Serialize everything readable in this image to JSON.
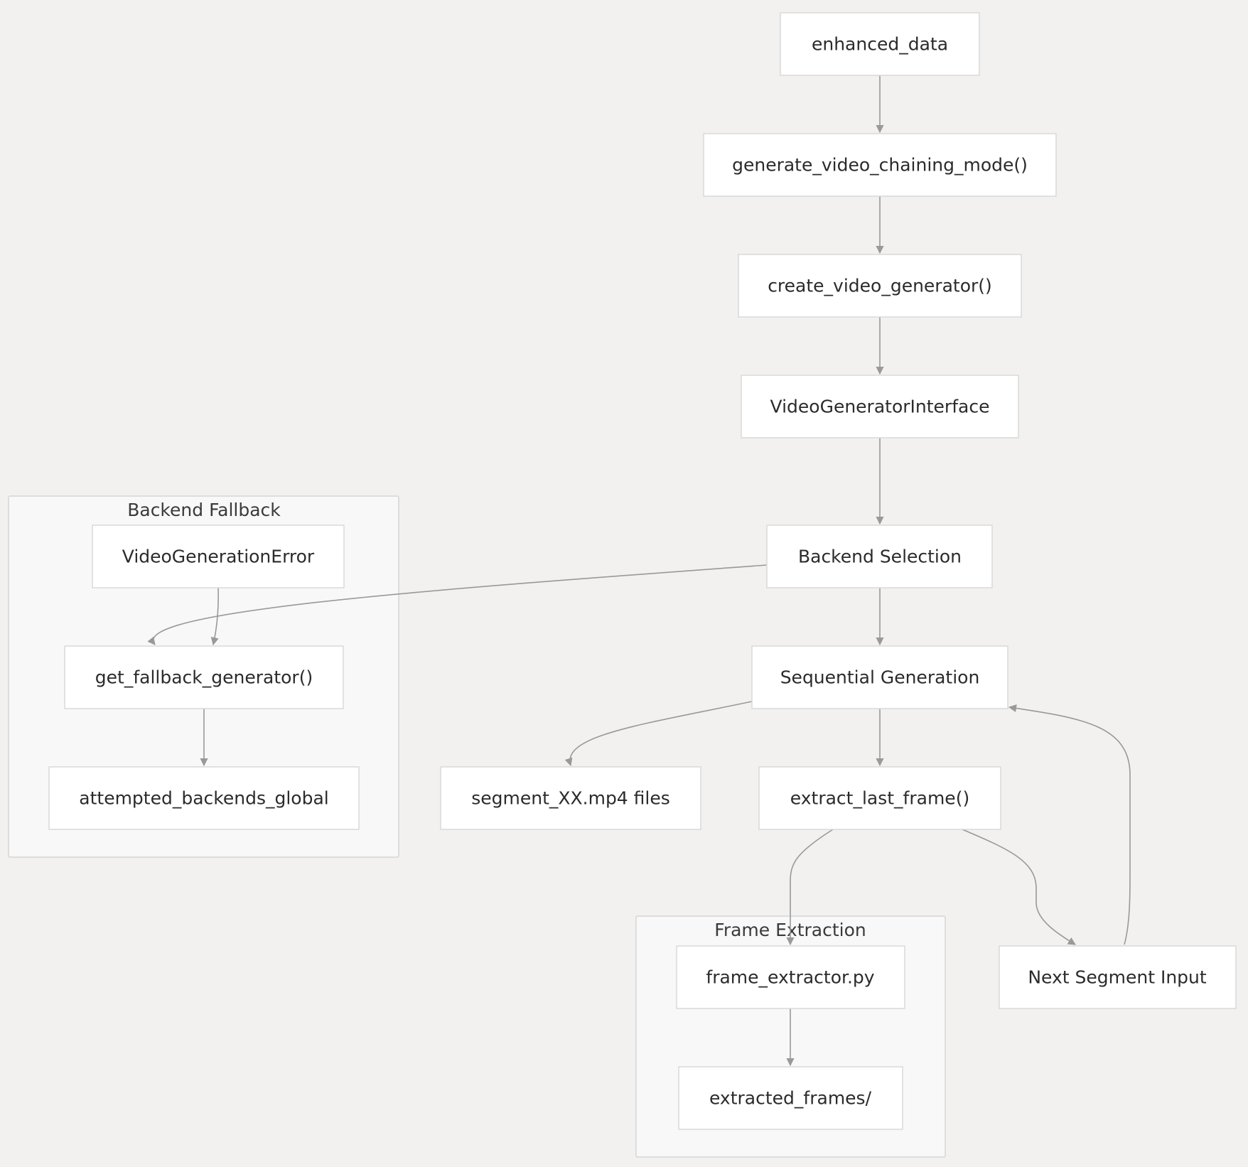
{
  "groups": {
    "backend_fallback": {
      "title": "Backend Fallback"
    },
    "frame_extraction": {
      "title": "Frame Extraction"
    }
  },
  "nodes": {
    "enhanced_data": "enhanced_data",
    "generate_video_chaining_mode": "generate_video_chaining_mode()",
    "create_video_generator": "create_video_generator()",
    "video_generator_interface": "VideoGeneratorInterface",
    "backend_selection": "Backend Selection",
    "sequential_generation": "Sequential Generation",
    "segment_files": "segment_XX.mp4 files",
    "extract_last_frame": "extract_last_frame()",
    "video_generation_error": "VideoGenerationError",
    "get_fallback_generator": "get_fallback_generator()",
    "attempted_backends_global": "attempted_backends_global",
    "frame_extractor_py": "frame_extractor.py",
    "extracted_frames": "extracted_frames/",
    "next_segment_input": "Next Segment Input"
  },
  "colors": {
    "background": "#f2f1ef",
    "node_fill": "#ffffff",
    "node_border": "#d9d9d9",
    "group_fill": "#f8f8f8",
    "edge": "#999999"
  }
}
